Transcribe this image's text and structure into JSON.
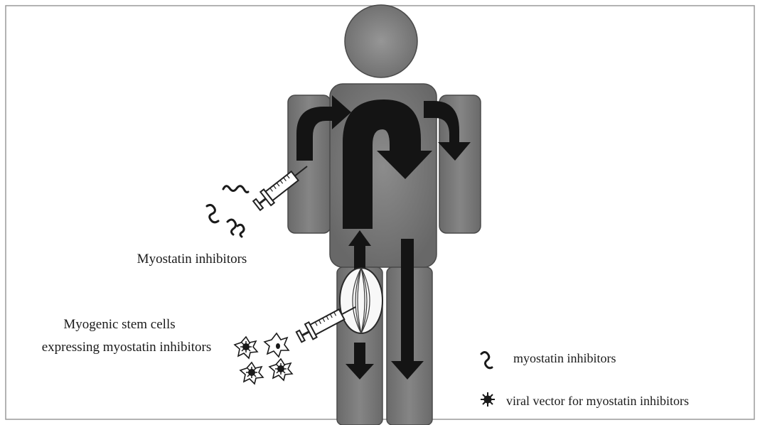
{
  "labels": {
    "myostatin_inhibitors_label": "Myostatin inhibitors",
    "stem_cells_label_line1": "Myogenic stem cells",
    "stem_cells_label_line2": "expressing myostatin inhibitors"
  },
  "legend": {
    "items": [
      {
        "icon": "squiggle-icon",
        "label": "myostatin inhibitors"
      },
      {
        "icon": "virus-star-icon",
        "label": "viral vector for myostatin inhibitors"
      }
    ]
  },
  "colors": {
    "body_fill": "#7a7a7a",
    "body_stroke": "#4a4a4a",
    "arrow_fill": "#141414",
    "frame": "#999999",
    "text": "#1a1a1a"
  }
}
